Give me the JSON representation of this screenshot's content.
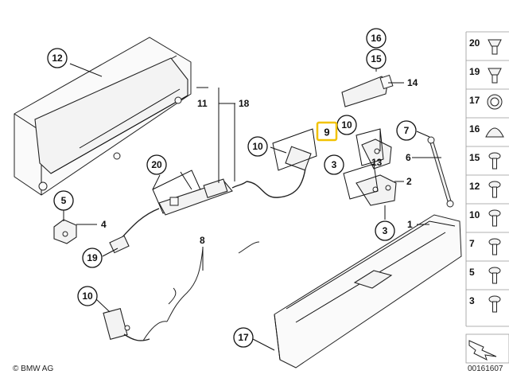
{
  "callouts": {
    "c12": "12",
    "c10_top": "10",
    "c20": "20",
    "c5": "5",
    "c19": "19",
    "c10_bottom": "10",
    "c17": "17",
    "c16": "16",
    "c15": "15",
    "c10_right": "10",
    "c3_upper": "3",
    "c3_lower": "3",
    "c7": "7"
  },
  "labels": {
    "l11": "11",
    "l18": "18",
    "l14": "14",
    "l13": "13",
    "l2": "2",
    "l6": "6",
    "l4": "4",
    "l8": "8",
    "l1": "1"
  },
  "highlight": {
    "label": "9",
    "color": "#f2c200"
  },
  "legend": [
    {
      "num": "20",
      "icon": "clip-icon"
    },
    {
      "num": "19",
      "icon": "clip-icon"
    },
    {
      "num": "17",
      "icon": "cap-icon"
    },
    {
      "num": "16",
      "icon": "cover-icon"
    },
    {
      "num": "15",
      "icon": "screw-icon"
    },
    {
      "num": "12",
      "icon": "screw-icon"
    },
    {
      "num": "10",
      "icon": "screw-icon"
    },
    {
      "num": "7",
      "icon": "screw-icon"
    },
    {
      "num": "5",
      "icon": "screw-icon"
    },
    {
      "num": "3",
      "icon": "screw-icon"
    }
  ],
  "footer": {
    "brand": "© BMW AG",
    "diagram_id": "00161607"
  }
}
